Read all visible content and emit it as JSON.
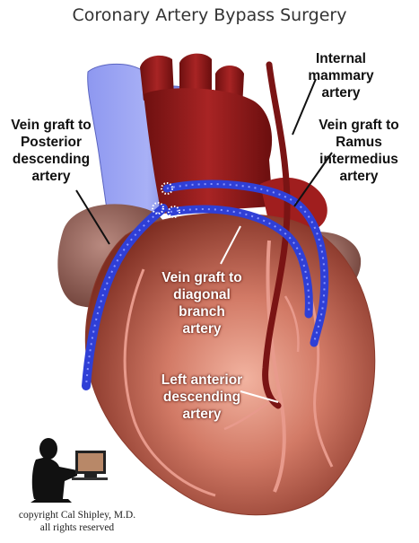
{
  "title": "Coronary Artery Bypass Surgery",
  "labels": {
    "internal_mammary": [
      "Internal",
      "mammary",
      "artery"
    ],
    "vein_graft_posterior": [
      "Vein graft to",
      "Posterior",
      "descending",
      "artery"
    ],
    "vein_graft_ramus": [
      "Vein graft to",
      "Ramus",
      "intermedius",
      "artery"
    ],
    "vein_graft_diagonal": [
      "Vein graft to",
      "diagonal",
      "branch",
      "artery"
    ],
    "left_anterior_descending": [
      "Left anterior",
      "descending",
      "artery"
    ]
  },
  "copyright": [
    "copyright Cal Shipley, M.D.",
    "all rights reserved"
  ],
  "colors": {
    "heart": "#c8705e",
    "aorta": "#8e1c1c",
    "vena_cava": "#7b86e8",
    "vein_graft": "#2f3fd6",
    "mammary_artery": "#7a1414",
    "coronary_vessel": "#e89a8c"
  }
}
